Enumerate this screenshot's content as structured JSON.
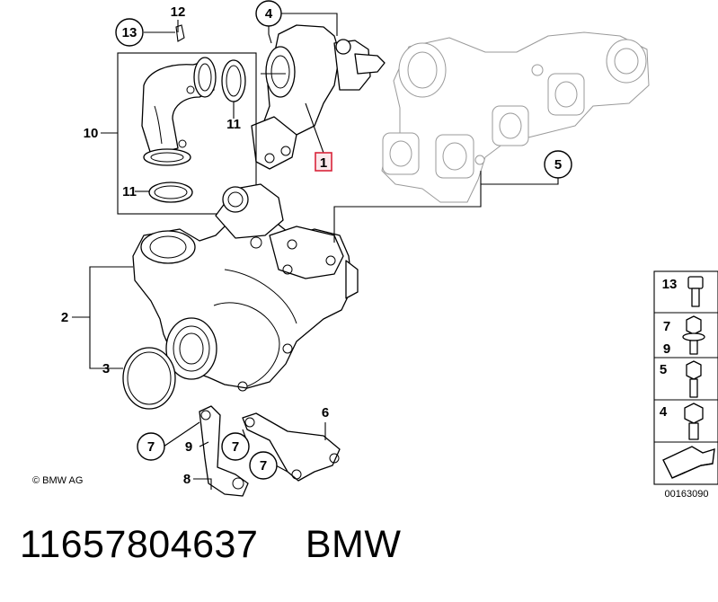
{
  "callouts": {
    "c1": "1",
    "c2": "2",
    "c3": "3",
    "c4": "4",
    "c5": "5",
    "c6": "6",
    "c7a": "7",
    "c7b": "7",
    "c7c": "7",
    "c8": "8",
    "c9": "9",
    "c10": "10",
    "c11a": "11",
    "c11b": "11",
    "c12": "12",
    "c13": "13"
  },
  "legend": {
    "l13": "13",
    "l7": "7",
    "l9": "9",
    "l5": "5",
    "l4": "4"
  },
  "copyright": "© BMW AG",
  "image_number": "00163090",
  "part_number": "11657804637",
  "brand": "BMW",
  "highlight_color": "#d9243a"
}
